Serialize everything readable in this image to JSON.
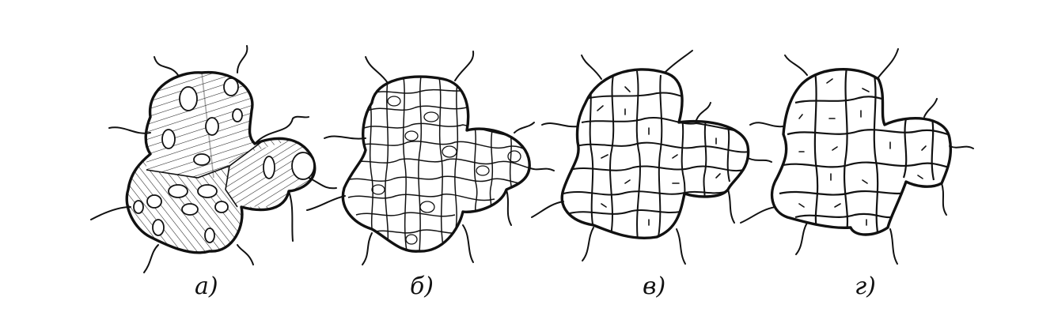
{
  "panels": [
    {
      "id": "a",
      "label": "а)"
    },
    {
      "id": "b",
      "label": "б)"
    },
    {
      "id": "v",
      "label": "в)"
    },
    {
      "id": "g",
      "label": "г)"
    }
  ]
}
